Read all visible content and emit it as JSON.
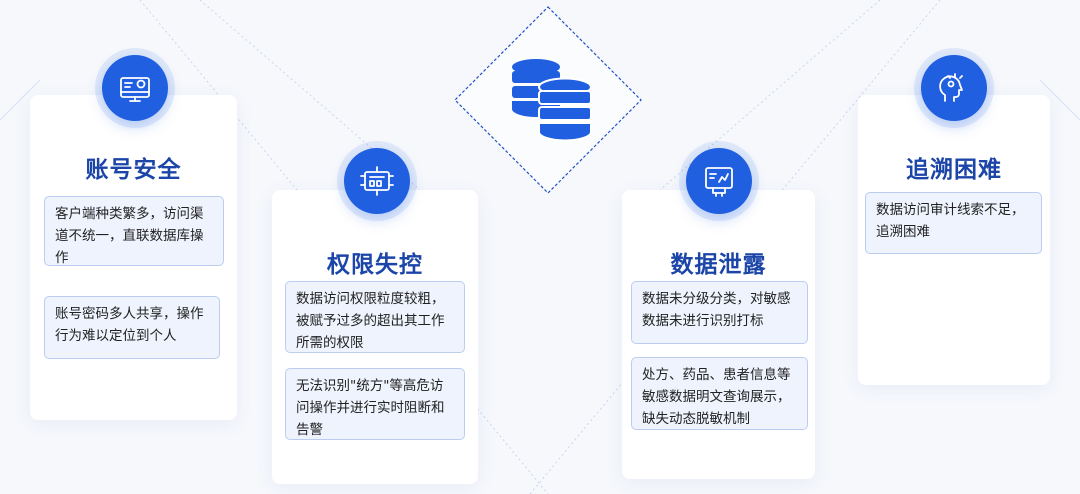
{
  "colors": {
    "accent": "#1f5fe0",
    "title": "#1c45a8",
    "item_bg": "#eef3fd",
    "item_border": "#bccdf0",
    "card_bg": "#ffffff",
    "page_bg": "#f6f8fc"
  },
  "center_icon": "database-icon",
  "cards": [
    {
      "icon": "monitor-chart-icon",
      "title": "账号安全",
      "items": [
        "客户端种类繁多，访问渠道不统一，直联数据库操作",
        "账号密码多人共享，操作行为难以定位到个人"
      ]
    },
    {
      "icon": "control-board-icon",
      "title": "权限失控",
      "items": [
        "数据访问权限粒度较粗，被赋予过多的超出其工作所需的权限",
        "无法识别\"统方\"等高危访问操作并进行实时阻断和告警"
      ]
    },
    {
      "icon": "tablet-data-icon",
      "title": "数据泄露",
      "items": [
        "数据未分级分类，对敏感数据未进行识别打标",
        "处方、药品、患者信息等敏感数据明文查询展示，缺失动态脱敏机制"
      ]
    },
    {
      "icon": "head-ideas-icon",
      "title": "追溯困难",
      "items": [
        "数据访问审计线索不足，追溯困难"
      ]
    }
  ]
}
